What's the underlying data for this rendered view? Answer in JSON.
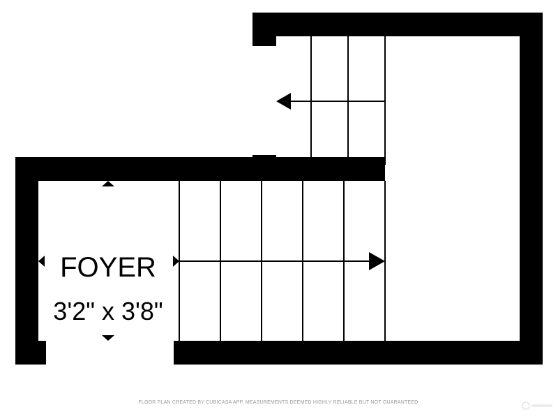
{
  "plan": {
    "colors": {
      "wall": "#000000",
      "floor": "#ffffff",
      "stair_line": "#000000",
      "footer_text": "#9a9a9a"
    },
    "rooms": [
      {
        "name": "FOYER",
        "dimensions": "3'2\" x 3'8\""
      }
    ],
    "stairs": [
      {
        "name": "upper-stair-run",
        "direction": "left",
        "treads": 3
      },
      {
        "name": "lower-stair-run",
        "direction": "right",
        "treads": 5
      }
    ],
    "footer": {
      "disclaimer": "FLOOR PLAN CREATED BY CUBICASA APP. MEASUREMENTS DEEMED HIGHLY RELIABLE BUT NOT GUARANTEED."
    },
    "watermark": {
      "icon": "brand-logo-icon"
    }
  }
}
